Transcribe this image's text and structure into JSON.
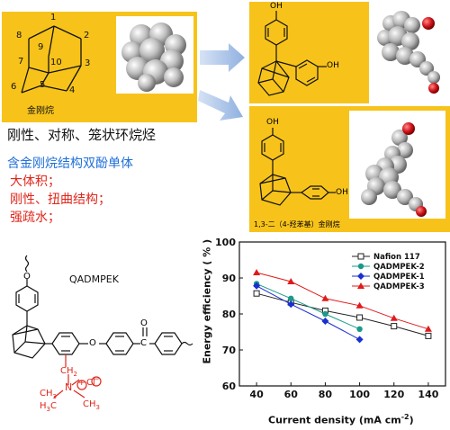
{
  "adamantane": {
    "numbers": [
      "1",
      "2",
      "3",
      "4",
      "5",
      "6",
      "7",
      "8",
      "9",
      "10"
    ],
    "caption": "金刚烷",
    "subtitle": "刚性、对称、笼状环烷烃"
  },
  "monomer": {
    "heading": "含金刚烷结构双酚单体",
    "bullets": [
      "大体积；",
      "刚性、扭曲结构；",
      "强疏水；"
    ]
  },
  "bisphenol": {
    "oh_top": "OH",
    "oh_right": "OH"
  },
  "diphenol": {
    "oh_top": "OH",
    "oh_right": "OH",
    "caption": "1,3-二（4-羟苯基）金刚烷"
  },
  "polymer": {
    "name": "QADMPEK",
    "o_top": "O",
    "o_mid": "O",
    "o_ketone": "O",
    "c_ketone": "C",
    "ch2": "CH",
    "ch2_sub": "2",
    "n": "N",
    "plus": "+",
    "cl": "Cl",
    "minus": "−",
    "h3c_left": "H",
    "h3c_left_c": "C",
    "ch3_right": "CH",
    "ch3_top": "CH",
    "three": "3"
  },
  "chart_data": {
    "type": "line",
    "xlabel": "Current density (mA cm",
    "xlabel_sup": "-2",
    "xlabel_end": ")",
    "ylabel": "Energy efficiency ( % )",
    "xlim": [
      30,
      150
    ],
    "ylim": [
      60,
      100
    ],
    "xticks": [
      40,
      60,
      80,
      100,
      120,
      140
    ],
    "yticks": [
      60,
      70,
      80,
      90,
      100
    ],
    "legend_position": "top-right",
    "series": [
      {
        "name": "Nafion 117",
        "color": "#222222",
        "marker": "square-open",
        "x": [
          40,
          60,
          80,
          100,
          120,
          140
        ],
        "y": [
          85.7,
          83.2,
          80.9,
          79.0,
          76.6,
          73.9
        ]
      },
      {
        "name": "QADMPEK-2",
        "color": "#1a9a8a",
        "marker": "circle",
        "x": [
          40,
          60,
          80,
          100
        ],
        "y": [
          88.4,
          84.3,
          80.0,
          75.8
        ]
      },
      {
        "name": "QADMPEK-1",
        "color": "#1a2fd0",
        "marker": "diamond",
        "x": [
          40,
          60,
          80,
          100
        ],
        "y": [
          87.8,
          82.7,
          78.0,
          72.9
        ]
      },
      {
        "name": "QADMPEK-3",
        "color": "#e01a1a",
        "marker": "triangle",
        "x": [
          40,
          60,
          80,
          100,
          120,
          140
        ],
        "y": [
          91.5,
          89.0,
          84.3,
          82.3,
          78.8,
          75.8
        ]
      }
    ]
  }
}
